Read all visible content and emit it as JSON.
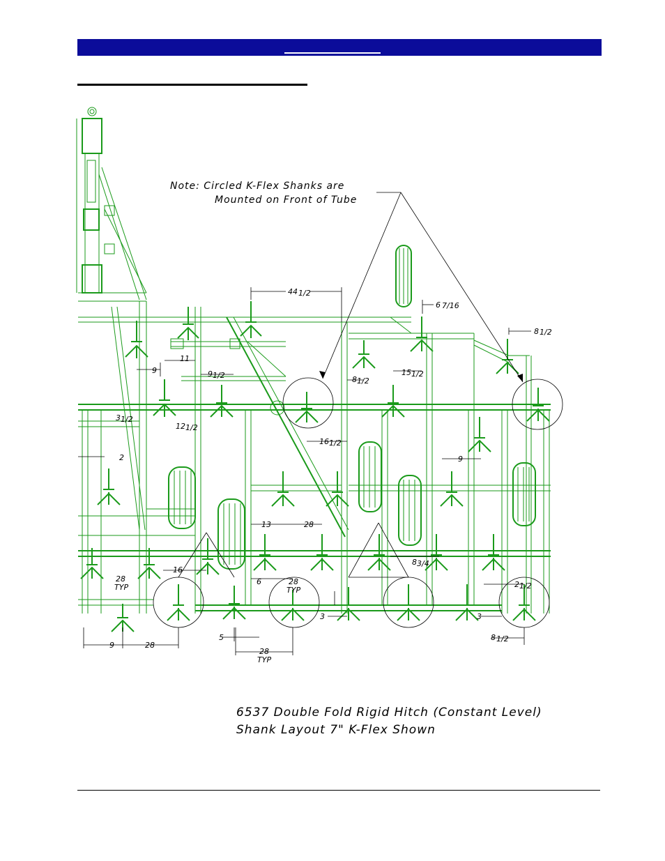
{
  "note": {
    "line1": "Note:  Circled K-Flex Shanks are",
    "line2": "Mounted on Front of Tube"
  },
  "dimensions": [
    {
      "id": "d44",
      "text": "44",
      "frac": "1/2"
    },
    {
      "id": "d6",
      "text": "6",
      "frac": "7/16"
    },
    {
      "id": "d8a",
      "text": "8",
      "frac": "1/2"
    },
    {
      "id": "d9a",
      "text": "9"
    },
    {
      "id": "d11",
      "text": "11"
    },
    {
      "id": "d9b",
      "text": "9",
      "frac": "1/2"
    },
    {
      "id": "d8b",
      "text": "8",
      "frac": "1/2"
    },
    {
      "id": "d15",
      "text": "15",
      "frac": "1/2"
    },
    {
      "id": "d3a",
      "text": "3",
      "frac": "1/2"
    },
    {
      "id": "d12",
      "text": "12",
      "frac": "1/2"
    },
    {
      "id": "d16a",
      "text": "16",
      "frac": "1/2"
    },
    {
      "id": "d2a",
      "text": "2"
    },
    {
      "id": "d9c",
      "text": "9"
    },
    {
      "id": "d13",
      "text": "13"
    },
    {
      "id": "d28a",
      "text": "28"
    },
    {
      "id": "d8c",
      "text": "8",
      "frac": "3/4"
    },
    {
      "id": "d16b",
      "text": "16"
    },
    {
      "id": "d28typa",
      "text": "28",
      "sub": "TYP"
    },
    {
      "id": "d6b",
      "text": "6"
    },
    {
      "id": "d28typb",
      "text": "28",
      "sub": "TYP"
    },
    {
      "id": "d2b",
      "text": "2",
      "frac": "1/2"
    },
    {
      "id": "d3b",
      "text": "3"
    },
    {
      "id": "d3c",
      "text": "3"
    },
    {
      "id": "d5",
      "text": "5"
    },
    {
      "id": "d28typc",
      "text": "28",
      "sub": "TYP"
    },
    {
      "id": "d9d",
      "text": "9"
    },
    {
      "id": "d28b",
      "text": "28"
    },
    {
      "id": "d8d",
      "text": "8",
      "frac": "1/2"
    }
  ],
  "caption": {
    "line1": "6537 Double Fold Rigid Hitch (Constant Level)",
    "line2": "Shank Layout 7\"   K-Flex Shown"
  },
  "colors": {
    "header": "#0b0c9a",
    "drawing": "#1a9a1a"
  }
}
